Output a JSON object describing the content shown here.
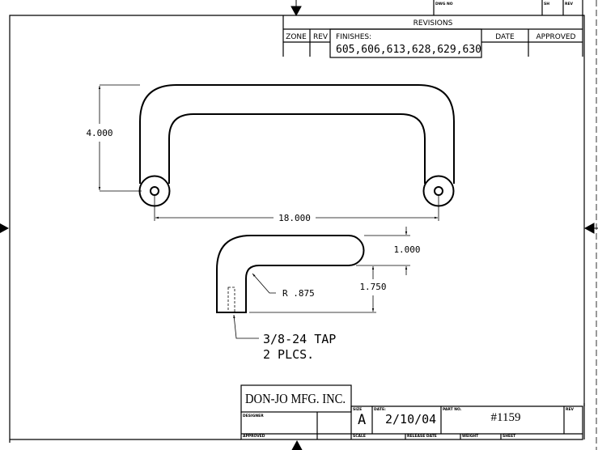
{
  "revisions": {
    "dwg_no_label": "DWG NO",
    "sh_label": "SH",
    "rev_label": "REV",
    "title": "REVISIONS",
    "columns": [
      "ZONE",
      "REV",
      "FINISHES:",
      "DATE",
      "APPROVED"
    ],
    "finishes": "605,606,613,628,629,630"
  },
  "dimensions": {
    "height": "4.000",
    "width": "18.000",
    "thickness": "1.000",
    "leg": "1.750",
    "radius": "R .875",
    "tap_line1": "3/8-24 TAP",
    "tap_line2": "2 PLCS."
  },
  "title_block": {
    "company": "DON-JO MFG. INC.",
    "designer_label": "DESIGNER",
    "approved_label": "APPROVED",
    "size_label": "SIZE",
    "size": "A",
    "date_label": "DATE:",
    "date": "2/10/04",
    "part_no_label": "PART NO.",
    "part_no": "#1159",
    "rev_label": "REV",
    "scale_label": "SCALE",
    "release_date_label": "RELEASE DATE",
    "weight_label": "WEIGHT",
    "sheet_label": "SHEET"
  }
}
